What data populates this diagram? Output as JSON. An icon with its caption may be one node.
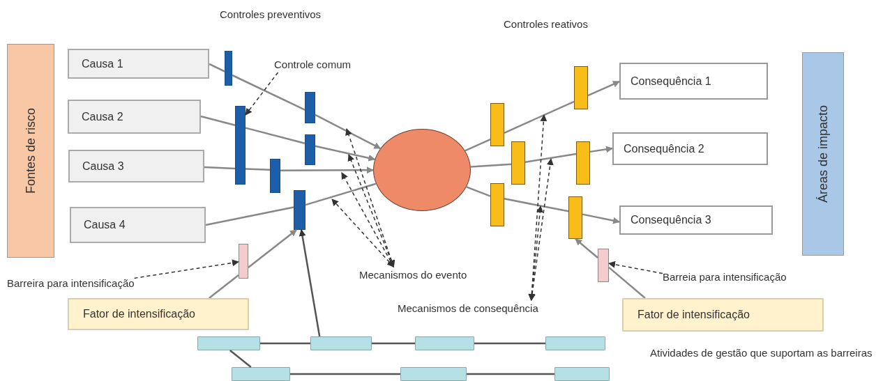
{
  "diagram": {
    "nodes": [
      {
        "text": [
          "Fontes de risco"
        ]
      },
      {
        "text": [
          "Causa 1"
        ]
      },
      {
        "text": [
          "Causa 2"
        ]
      },
      {
        "text": [
          "Causa 3"
        ]
      },
      {
        "text": [
          "Causa 4"
        ]
      },
      {
        "text": [],
        "shape": "circle"
      },
      {
        "text": [
          "Consequência 1"
        ]
      },
      {
        "text": [
          "Consequência 2"
        ]
      },
      {
        "text": [
          "Consequência 3"
        ]
      },
      {
        "text": [
          "Áreas de impacto"
        ]
      },
      {
        "text": [
          "Fator de intensificação"
        ]
      },
      {
        "text": [
          "Fator de intensificação"
        ]
      },
      {
        "text": [],
        "shape": "bar"
      },
      {
        "text": [],
        "shape": "bar"
      },
      {
        "text": [],
        "shape": "bar"
      },
      {
        "text": [],
        "shape": "bar"
      },
      {
        "text": [],
        "shape": "bar"
      },
      {
        "text": [],
        "shape": "bar"
      },
      {
        "text": [],
        "shape": "bar"
      },
      {
        "text": [],
        "shape": "bar"
      },
      {
        "text": [],
        "shape": "bar"
      },
      {
        "text": [],
        "shape": "bar"
      },
      {
        "text": [],
        "shape": "bar"
      },
      {
        "text": [],
        "shape": "bar"
      },
      {
        "text": [],
        "shape": "bar"
      },
      {
        "text": [],
        "shape": "bar"
      },
      {
        "text": [],
        "shape": "box"
      },
      {
        "text": [],
        "shape": "box"
      },
      {
        "text": [],
        "shape": "box"
      },
      {
        "text": [],
        "shape": "box"
      },
      {
        "text": [],
        "shape": "box"
      },
      {
        "text": [],
        "shape": "box"
      },
      {
        "text": [],
        "shape": "box"
      },
      {
        "text": [
          "Controle comum"
        ]
      },
      {
        "text": [
          "Mecanismos do evento"
        ]
      },
      {
        "text": [
          "Mecanismos de consequência"
        ]
      },
      {
        "text": [
          "Barreira para intensificação"
        ]
      },
      {
        "text": [
          "Barreia para intensificação"
        ]
      }
    ],
    "edges": [
      {
        "from": 1,
        "to": 12,
        "arrow": "none"
      },
      {
        "from": 12,
        "to": 13,
        "arrow": "none"
      },
      {
        "from": 13,
        "to": 5,
        "arrow": "to"
      },
      {
        "from": 2,
        "to": 14,
        "arrow": "none"
      },
      {
        "from": 14,
        "to": 15,
        "arrow": "none"
      },
      {
        "from": 15,
        "to": 5,
        "arrow": "to"
      },
      {
        "from": 3,
        "to": 14,
        "arrow": "none"
      },
      {
        "from": 14,
        "to": 16,
        "arrow": "none"
      },
      {
        "from": 16,
        "to": 5,
        "arrow": "to"
      },
      {
        "from": 4,
        "to": 17,
        "arrow": "none"
      },
      {
        "from": 17,
        "to": 5,
        "arrow": "none"
      },
      {
        "from": 5,
        "to": 19,
        "arrow": "none"
      },
      {
        "from": 19,
        "to": 20,
        "arrow": "none"
      },
      {
        "from": 20,
        "to": 6,
        "arrow": "to"
      },
      {
        "from": 5,
        "to": 21,
        "arrow": "none"
      },
      {
        "from": 21,
        "to": 22,
        "arrow": "none"
      },
      {
        "from": 22,
        "to": 7,
        "arrow": "to"
      },
      {
        "from": 5,
        "to": 23,
        "arrow": "none"
      },
      {
        "from": 23,
        "to": 24,
        "arrow": "none"
      },
      {
        "from": 24,
        "to": 8,
        "arrow": "to"
      },
      {
        "from": 10,
        "to": 18,
        "arrow": "none"
      },
      {
        "from": 18,
        "to": 17,
        "arrow": "to"
      },
      {
        "from": 11,
        "to": 25,
        "arrow": "none"
      },
      {
        "from": 25,
        "to": 24,
        "arrow": "to"
      },
      {
        "from": 27,
        "to": 17,
        "arrow": "to"
      },
      {
        "from": 26,
        "to": 27,
        "arrow": "none"
      },
      {
        "from": 27,
        "to": 28,
        "arrow": "none"
      },
      {
        "from": 28,
        "to": 29,
        "arrow": "none"
      },
      {
        "from": 30,
        "to": 31,
        "arrow": "none"
      },
      {
        "from": 31,
        "to": 32,
        "arrow": "none"
      },
      {
        "from": 26,
        "to": 30,
        "arrow": "none"
      },
      {
        "from": 33,
        "to": 14,
        "arrow": "to",
        "style": "dashed"
      },
      {
        "from": 34,
        "to": null,
        "arrow": "both",
        "style": "dashed"
      },
      {
        "from": 34,
        "to": null,
        "arrow": "both",
        "style": "dashed"
      },
      {
        "from": 34,
        "to": null,
        "arrow": "both",
        "style": "dashed"
      },
      {
        "from": 34,
        "to": null,
        "arrow": "both",
        "style": "dashed"
      },
      {
        "from": 35,
        "to": null,
        "arrow": "both",
        "style": "dashed"
      },
      {
        "from": 35,
        "to": null,
        "arrow": "both",
        "style": "dashed"
      },
      {
        "from": 35,
        "to": null,
        "arrow": "both",
        "style": "dashed"
      },
      {
        "from": 36,
        "to": 18,
        "arrow": "to",
        "style": "dashed"
      },
      {
        "from": 37,
        "to": 25,
        "arrow": "to",
        "style": "dashed"
      }
    ],
    "labels": [
      "Controles preventivos",
      "Controles reativos",
      "Atividades de gestão que suportam as barreiras"
    ]
  }
}
